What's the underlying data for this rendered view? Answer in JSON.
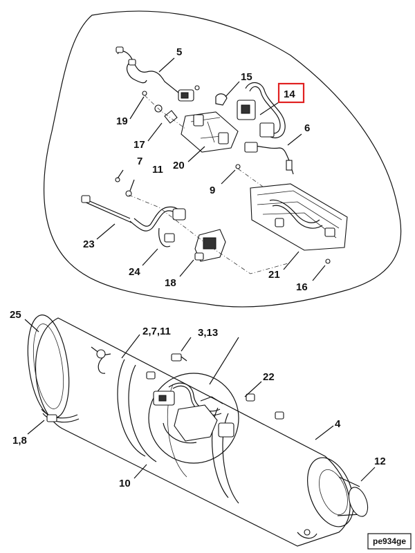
{
  "figure": {
    "reference_code": "pe934ge",
    "highlighted_callout": "14",
    "highlight_color": "#e02020",
    "callouts": [
      {
        "id": "c5",
        "label": "5"
      },
      {
        "id": "c15",
        "label": "15"
      },
      {
        "id": "c14",
        "label": "14"
      },
      {
        "id": "c19",
        "label": "19"
      },
      {
        "id": "c17",
        "label": "17"
      },
      {
        "id": "c6",
        "label": "6"
      },
      {
        "id": "c20",
        "label": "20"
      },
      {
        "id": "c7",
        "label": "7"
      },
      {
        "id": "c11",
        "label": "11"
      },
      {
        "id": "c9",
        "label": "9"
      },
      {
        "id": "c23",
        "label": "23"
      },
      {
        "id": "c24",
        "label": "24"
      },
      {
        "id": "c18",
        "label": "18"
      },
      {
        "id": "c21",
        "label": "21"
      },
      {
        "id": "c16",
        "label": "16"
      },
      {
        "id": "c25",
        "label": "25"
      },
      {
        "id": "c2711",
        "label": "2,7,11"
      },
      {
        "id": "c313",
        "label": "3,13"
      },
      {
        "id": "c22",
        "label": "22"
      },
      {
        "id": "c4",
        "label": "4"
      },
      {
        "id": "c18b",
        "label": "1,8"
      },
      {
        "id": "c12",
        "label": "12"
      },
      {
        "id": "c10",
        "label": "10"
      }
    ]
  }
}
